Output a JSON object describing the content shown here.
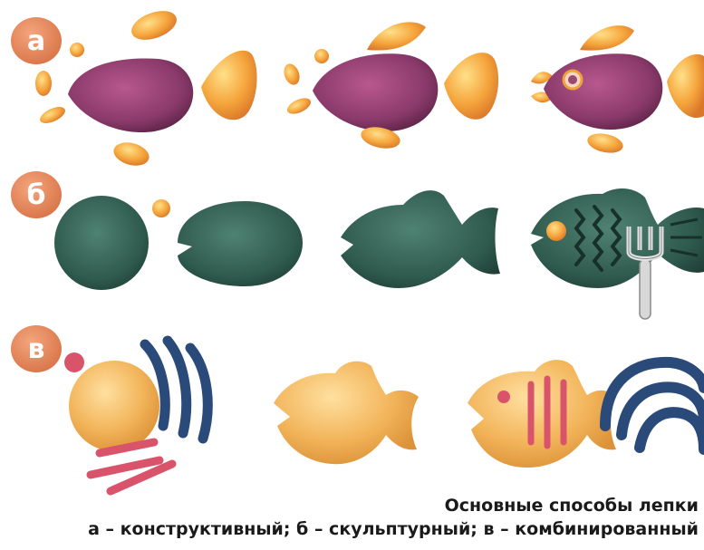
{
  "rows": [
    {
      "marker": "а"
    },
    {
      "marker": "б"
    },
    {
      "marker": "в"
    }
  ],
  "caption": {
    "title": "Основные способы лепки",
    "legend": "а – конструктивный; б – скульптурный; в – комбинированный"
  },
  "colors": {
    "badge": "#e58a5a",
    "purple_body": "#8a3a6a",
    "fin_orange": "#f0a23a",
    "green_body": "#2f5a4e",
    "yellow_body": "#f2b45a",
    "navy_strip": "#2a4a7a",
    "pink_strip": "#d9546a"
  }
}
